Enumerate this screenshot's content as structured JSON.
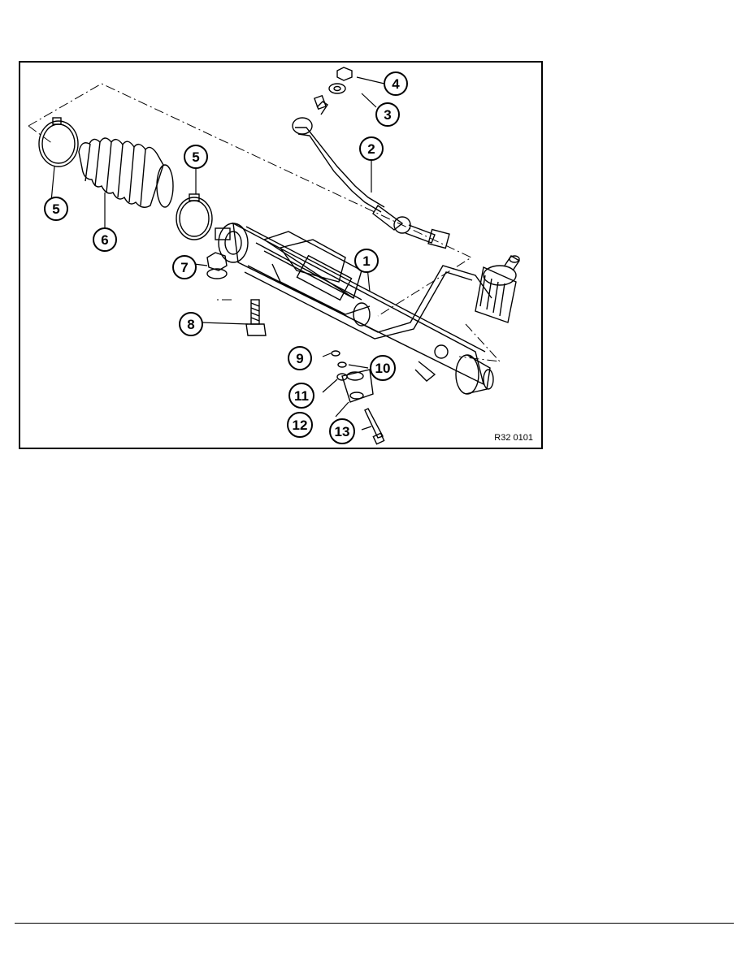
{
  "figure": {
    "code": "R32 0101",
    "callouts": [
      "1",
      "2",
      "3",
      "4",
      "5",
      "5",
      "6",
      "7",
      "8",
      "9",
      "10",
      "11",
      "12",
      "13"
    ]
  },
  "colors": {
    "ink": "#000000",
    "paper": "#ffffff"
  }
}
